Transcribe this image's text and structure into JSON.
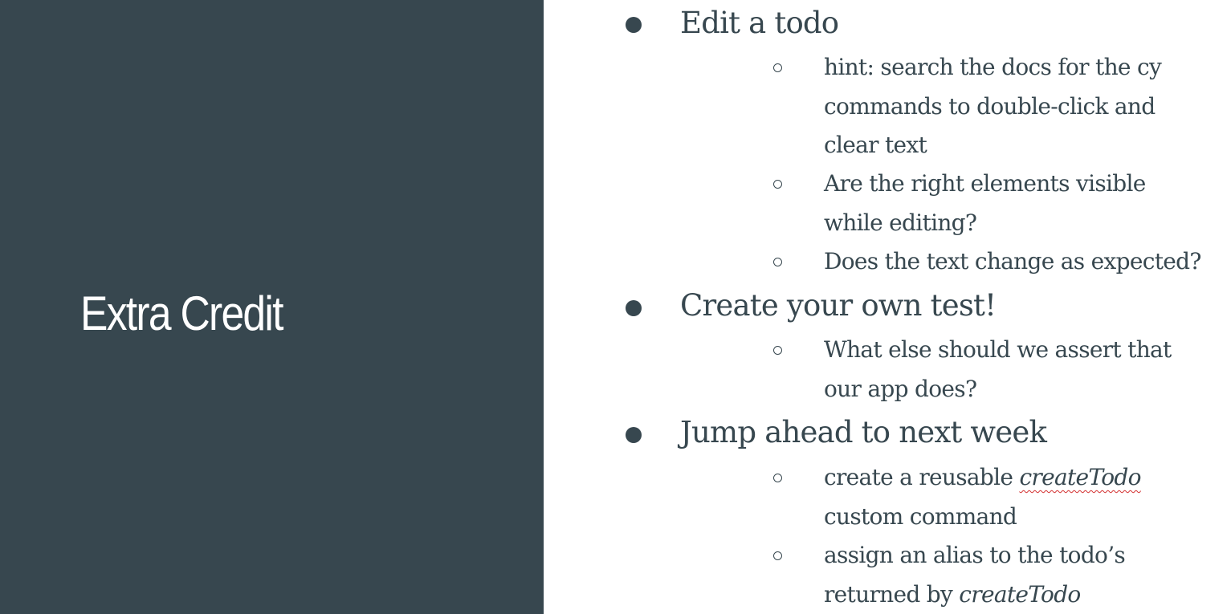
{
  "slide": {
    "title": "Extra Credit",
    "bullets": [
      {
        "text": "Edit a todo",
        "subitems": [
          {
            "lines": [
              "hint: search the docs for the cy",
              "commands to double-click and",
              "clear text"
            ]
          },
          {
            "lines": [
              "Are the right elements visible",
              "while editing?"
            ]
          },
          {
            "lines": [
              "Does the text change as expected?"
            ]
          }
        ]
      },
      {
        "text": "Create your own test!",
        "subitems": [
          {
            "lines": [
              "What else should we assert that",
              "our app does?"
            ]
          }
        ]
      },
      {
        "text": "Jump ahead to next week",
        "subitems": [
          {
            "line1_prefix": "create a reusable ",
            "line1_italic": "createTodo",
            "line2": "custom command"
          },
          {
            "line1": "assign an alias to the todo’s",
            "line2_prefix": "returned by ",
            "line2_italic": "createTodo"
          }
        ]
      }
    ]
  },
  "colors": {
    "panel_background": "#37474f",
    "title_text": "#ffffff",
    "body_text": "#37474f",
    "spellcheck_underline": "#d32f2f"
  },
  "icons": {
    "bullet": "filled-circle-bullet-icon",
    "subbullet": "hollow-circle-bullet-icon"
  }
}
